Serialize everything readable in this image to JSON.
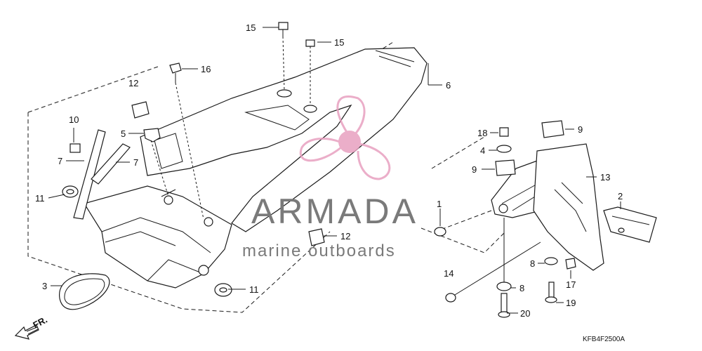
{
  "callouts": {
    "c1": "1",
    "c2": "2",
    "c3": "3",
    "c4": "4",
    "c5": "5",
    "c6": "6",
    "c7a": "7",
    "c7b": "7",
    "c8a": "8",
    "c8b": "8",
    "c9a": "9",
    "c9b": "9",
    "c10": "10",
    "c11a": "11",
    "c11b": "11",
    "c12a": "12",
    "c12b": "12",
    "c13": "13",
    "c14": "14",
    "c15a": "15",
    "c15b": "15",
    "c16": "16",
    "c17": "17",
    "c18": "18",
    "c19": "19",
    "c20": "20"
  },
  "direction_label": "FR.",
  "diagram_code": "KFB4F2500A",
  "watermark": {
    "brand": "ARMADA",
    "tagline": "marine outboards",
    "colors": {
      "logo": "#e8a0c0",
      "text": "#7a7a7a"
    }
  }
}
